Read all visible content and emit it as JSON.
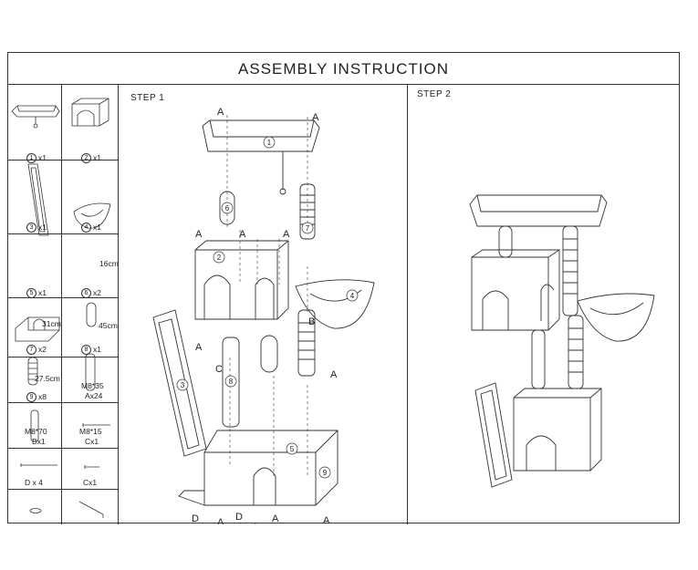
{
  "title": "ASSEMBLY INSTRUCTION",
  "steps": {
    "step1": "STEP 1",
    "step2": "STEP 2"
  },
  "parts": [
    {
      "num": "1",
      "qty": "x1"
    },
    {
      "num": "2",
      "qty": "x1"
    },
    {
      "num": "3",
      "qty": "x1"
    },
    {
      "num": "4",
      "qty": "x1"
    },
    {
      "num": "5",
      "qty": "x1"
    },
    {
      "num": "6",
      "qty": "x2",
      "size": "16cm"
    },
    {
      "num": "7",
      "qty": "x2",
      "size": "31cm"
    },
    {
      "num": "8",
      "qty": "x1",
      "size": "45cm"
    },
    {
      "num": "9",
      "qty": "x8",
      "size": "27.5cm"
    }
  ],
  "hardware": [
    {
      "code": "A",
      "spec": "M8*35",
      "qty": "Ax24"
    },
    {
      "code": "B",
      "spec": "M8*70",
      "qty": "Bx1"
    },
    {
      "code": "C",
      "spec": "M8*15",
      "qty": "Cx1"
    },
    {
      "code": "D",
      "qty": "D x 4"
    },
    {
      "code": "wrench",
      "qty": "Cx1"
    }
  ],
  "callouts": {
    "a": "A",
    "b": "B",
    "c": "C",
    "d": "D"
  },
  "part_numbers": [
    "1",
    "2",
    "3",
    "4",
    "5",
    "6",
    "7",
    "8",
    "9"
  ]
}
